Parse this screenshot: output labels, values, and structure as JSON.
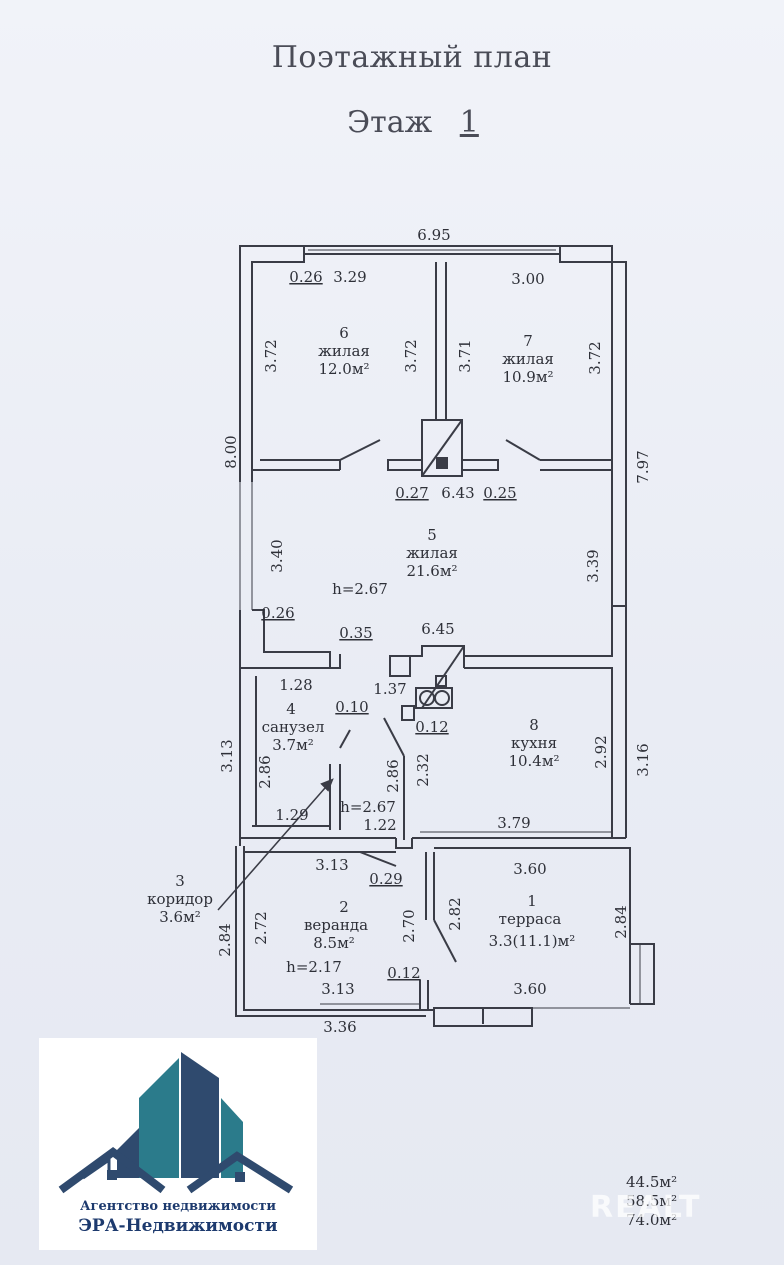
{
  "document": {
    "title": "Поэтажный план",
    "floor_label": "Этаж",
    "floor_number": "1"
  },
  "rooms": [
    {
      "num": "1",
      "name": "терраса",
      "area": "3.3(11.1)м²"
    },
    {
      "num": "2",
      "name": "веранда",
      "area": "8.5м²",
      "height": "h=2.17"
    },
    {
      "num": "3",
      "name": "коридор",
      "area": "3.6м²",
      "height": "h=2.67"
    },
    {
      "num": "4",
      "name": "санузел",
      "area": "3.7м²"
    },
    {
      "num": "5",
      "name": "жилая",
      "area": "21.6м²",
      "height": "h=2.67"
    },
    {
      "num": "6",
      "name": "жилая",
      "area": "12.0м²"
    },
    {
      "num": "7",
      "name": "жилая",
      "area": "10.9м²"
    },
    {
      "num": "8",
      "name": "кухня",
      "area": "10.4м²"
    }
  ],
  "dimensions": {
    "top_total": "6.95",
    "left_total": "8.00",
    "right_total": "7.97",
    "top_left_wall": "0.26",
    "room6_width": "3.29",
    "room7_width": "3.00",
    "room6_left_height": "3.72",
    "room6_right_height": "3.72",
    "room7_left_height": "3.71",
    "room7_right_height": "3.72",
    "partition_left": "0.27",
    "room5_width": "6.43",
    "partition_right": "0.25",
    "room5_left_height": "3.40",
    "room5_right_height": "3.39",
    "mid_left_wall": "0.26",
    "wall_035": "0.35",
    "kitchen_top_width": "6.45",
    "san_top_width": "1.28",
    "corr_top_width": "1.37",
    "wall_010": "0.10",
    "wall_012": "0.12",
    "san_outer_height": "3.13",
    "san_height": "2.86",
    "corr_height": "2.86",
    "kitchen_inner_height": "2.32",
    "kitchen_right_height": "2.92",
    "kitchen_outer_height": "3.16",
    "san_bottom_width": "1.29",
    "corr_bottom_width": "1.22",
    "kitchen_bottom_width": "3.79",
    "veranda_top_width": "3.13",
    "wall_029": "0.29",
    "terrace_top_width": "3.60",
    "veranda_outer_height": "2.84",
    "veranda_height": "2.72",
    "veranda_right_height": "2.70",
    "terrace_left_height": "2.82",
    "terrace_right_height": "2.84",
    "wall_012b": "0.12",
    "veranda_bottom_width": "3.13",
    "terrace_bottom_width": "3.60",
    "veranda_outer_width": "3.36"
  },
  "logo": {
    "line1": "Агентство недвижимости",
    "line2": "ЭРА-Недвижимости",
    "colors": {
      "tower_teal": "#2b7b8b",
      "tower_navy": "#2f4a6e",
      "roof": "#2f4a6e"
    }
  },
  "totals": [
    "44.5м²",
    "58.5м²",
    "74.0м²"
  ],
  "watermark": "REALT"
}
